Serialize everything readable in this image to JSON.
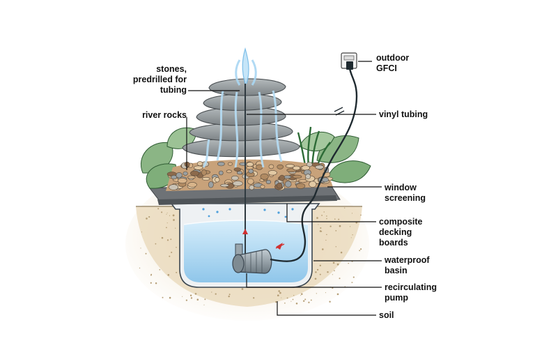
{
  "labels": {
    "stones": "stones,\npredrilled for\ntubing",
    "river_rocks": "river rocks",
    "outdoor_gfci": "outdoor\nGFCI",
    "vinyl_tubing": "vinyl tubing",
    "window_screening": "window\nscreening",
    "composite_decking": "composite\ndecking\nboards",
    "waterproof_basin": "waterproof\nbasin",
    "recirculating_pump": "recirculating\npump",
    "soil": "soil"
  },
  "colors": {
    "water": "#bfe0f5",
    "water_deep": "#8fc6ea",
    "stone": "#9aa0a2",
    "soil": "#e8d9c0",
    "leaf": "#7fae7a",
    "leaf_dark": "#3f7a45",
    "gravel": "#c8a27a",
    "pump": "#8c9aa3",
    "leader_line": "#111111",
    "arrow": "#d03030"
  }
}
